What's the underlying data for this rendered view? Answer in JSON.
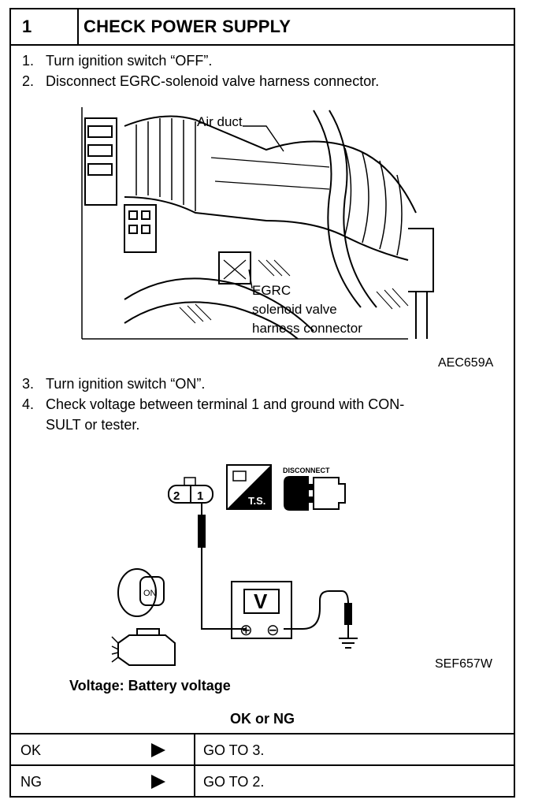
{
  "header": {
    "number": "1",
    "title": "CHECK POWER SUPPLY"
  },
  "steps": [
    {
      "num": "1.",
      "text": "Turn ignition switch “OFF”."
    },
    {
      "num": "2.",
      "text": "Disconnect EGRC-solenoid valve harness connector."
    },
    {
      "num": "3.",
      "text": "Turn ignition switch “ON”."
    },
    {
      "num": "4.",
      "text": "Check voltage between terminal 1 and ground with CON-"
    },
    {
      "num": "",
      "text": "SULT or tester."
    }
  ],
  "figure1": {
    "label_air_duct": "Air duct",
    "label_egrc_1": "EGRC",
    "label_egrc_2": "solenoid valve",
    "label_egrc_3": "harness connector",
    "code": "AEC659A"
  },
  "figure2": {
    "terminal_2": "2",
    "terminal_1": "1",
    "ts_label": "T.S.",
    "disconnect_label": "DISCONNECT",
    "meter_label": "V",
    "plus": "⊕",
    "minus": "⊖",
    "key_label": "ON",
    "code": "SEF657W"
  },
  "note": "Voltage: Battery voltage",
  "decision": "OK or NG",
  "results": [
    {
      "label": "OK",
      "action": "GO TO 3."
    },
    {
      "label": "NG",
      "action": "GO TO 2."
    }
  ]
}
